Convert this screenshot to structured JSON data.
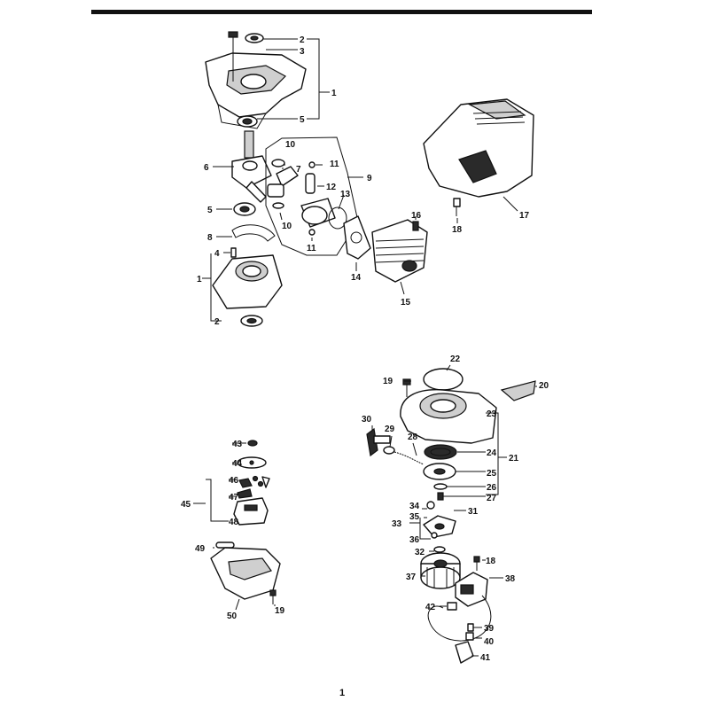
{
  "page": {
    "number": "1"
  },
  "callouts": [
    {
      "id": "c2a",
      "text": "2"
    },
    {
      "id": "c3",
      "text": "3"
    },
    {
      "id": "c1a",
      "text": "1"
    },
    {
      "id": "c5a",
      "text": "5"
    },
    {
      "id": "c10a",
      "text": "10"
    },
    {
      "id": "c11a",
      "text": "11"
    },
    {
      "id": "c9",
      "text": "9"
    },
    {
      "id": "c6",
      "text": "6"
    },
    {
      "id": "c7",
      "text": "7"
    },
    {
      "id": "c12",
      "text": "12"
    },
    {
      "id": "c13",
      "text": "13"
    },
    {
      "id": "c5b",
      "text": "5"
    },
    {
      "id": "c10b",
      "text": "10"
    },
    {
      "id": "c11b",
      "text": "11"
    },
    {
      "id": "c8",
      "text": "8"
    },
    {
      "id": "c16",
      "text": "16"
    },
    {
      "id": "c4",
      "text": "4"
    },
    {
      "id": "c1b",
      "text": "1"
    },
    {
      "id": "c14",
      "text": "14"
    },
    {
      "id": "c15",
      "text": "15"
    },
    {
      "id": "c2b",
      "text": "2"
    },
    {
      "id": "c17",
      "text": "17"
    },
    {
      "id": "c18a",
      "text": "18"
    },
    {
      "id": "c22",
      "text": "22"
    },
    {
      "id": "c19a",
      "text": "19"
    },
    {
      "id": "c20",
      "text": "20"
    },
    {
      "id": "c23",
      "text": "23"
    },
    {
      "id": "c30",
      "text": "30"
    },
    {
      "id": "c29",
      "text": "29"
    },
    {
      "id": "c28",
      "text": "28"
    },
    {
      "id": "c24",
      "text": "24"
    },
    {
      "id": "c21",
      "text": "21"
    },
    {
      "id": "c25",
      "text": "25"
    },
    {
      "id": "c26",
      "text": "26"
    },
    {
      "id": "c27",
      "text": "27"
    },
    {
      "id": "c34",
      "text": "34"
    },
    {
      "id": "c35",
      "text": "35"
    },
    {
      "id": "c31",
      "text": "31"
    },
    {
      "id": "c33",
      "text": "33"
    },
    {
      "id": "c36",
      "text": "36"
    },
    {
      "id": "c32",
      "text": "32"
    },
    {
      "id": "c18b",
      "text": "18"
    },
    {
      "id": "c37",
      "text": "37"
    },
    {
      "id": "c38",
      "text": "38"
    },
    {
      "id": "c42",
      "text": "42"
    },
    {
      "id": "c39",
      "text": "39"
    },
    {
      "id": "c40",
      "text": "40"
    },
    {
      "id": "c41",
      "text": "41"
    },
    {
      "id": "c43",
      "text": "43"
    },
    {
      "id": "c44",
      "text": "44"
    },
    {
      "id": "c46",
      "text": "46"
    },
    {
      "id": "c45",
      "text": "45"
    },
    {
      "id": "c47",
      "text": "47"
    },
    {
      "id": "c48",
      "text": "48"
    },
    {
      "id": "c49",
      "text": "49"
    },
    {
      "id": "c50",
      "text": "50"
    },
    {
      "id": "c19b",
      "text": "19"
    }
  ]
}
